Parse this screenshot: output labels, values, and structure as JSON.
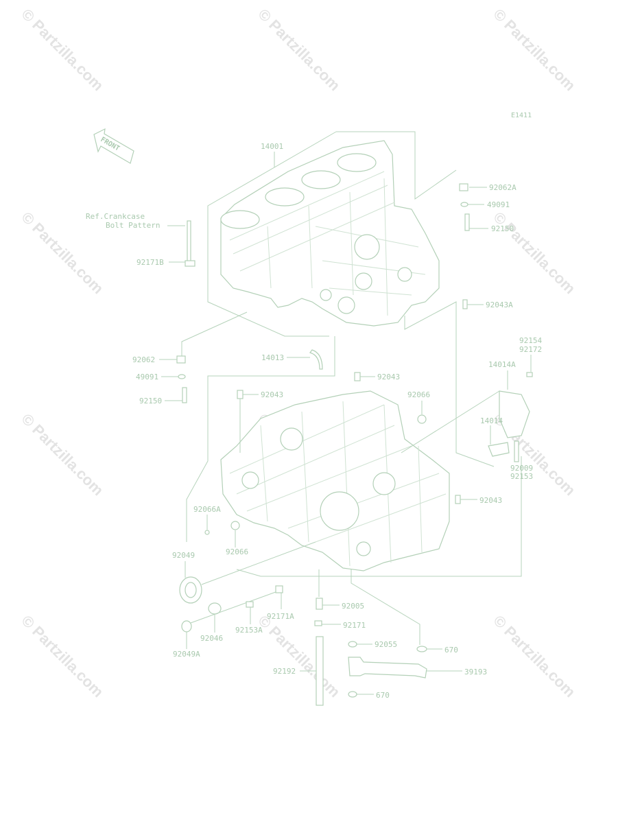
{
  "diagram_code": "E1411",
  "front_arrow_label": "FRONT",
  "reference_note": [
    "Ref.Crankcase",
    "Bolt Pattern"
  ],
  "watermark_text": "© Partzilla.com",
  "colors": {
    "line": "#b6d3bb",
    "text": "#a9c9ae",
    "watermark": "#e3e3e3"
  },
  "callouts": {
    "p14001": "14001",
    "p92062A": "92062A",
    "p49091_top": "49091",
    "p92150_top": "92150",
    "p92171B": "92171B",
    "p92043A": "92043A",
    "p92154": "92154",
    "p92172": "92172",
    "p14014A": "14014A",
    "p92062": "92062",
    "p14013": "14013",
    "p49091": "49091",
    "p92150": "92150",
    "p92043_a": "92043",
    "p92043_b": "92043",
    "p92066": "92066",
    "p14014": "14014",
    "p92009": "92009",
    "p92153": "92153",
    "p92043_c": "92043",
    "p92066A": "92066A",
    "p92066_b": "92066",
    "p92049": "92049",
    "p92005": "92005",
    "p92171A": "92171A",
    "p92153A": "92153A",
    "p92171": "92171",
    "p92046": "92046",
    "p92049A": "92049A",
    "p92055": "92055",
    "p670_a": "670",
    "p92192": "92192",
    "p39193": "39193",
    "p670_b": "670"
  }
}
